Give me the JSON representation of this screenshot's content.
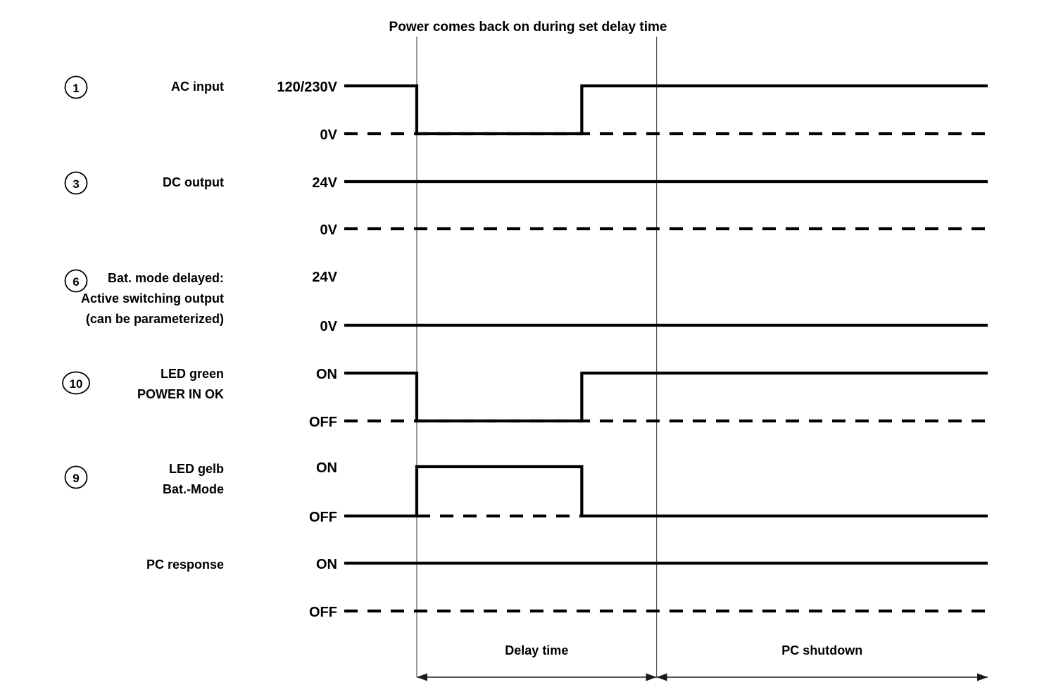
{
  "title": "Power comes back on during set delay time",
  "chart_data": {
    "type": "timing-diagram",
    "title": "Power comes back on during set delay time",
    "xlabel": "",
    "ylabel": "",
    "grid": false,
    "legend": false,
    "time_markers": [
      {
        "name": "power-fail",
        "x": 0.0
      },
      {
        "name": "delay-end",
        "x": 0.42
      }
    ],
    "x_range": [
      -0.127,
      1.0
    ],
    "channels": [
      {
        "marker": "1",
        "has_marker": true,
        "label_lines": [
          "AC input"
        ],
        "high_label": "120/230V",
        "low_label": "0V",
        "high_label_visible": true,
        "low_label_visible": true,
        "baseline": "low",
        "baseline_dashed": true,
        "dashed_full_width": true,
        "segments": [
          {
            "from": -0.127,
            "to": 0.0,
            "level": "high"
          },
          {
            "from": 0.0,
            "to": 0.289,
            "level": "low"
          },
          {
            "from": 0.289,
            "to": 1.0,
            "level": "high"
          }
        ]
      },
      {
        "marker": "3",
        "has_marker": true,
        "label_lines": [
          "DC output"
        ],
        "high_label": "24V",
        "low_label": "0V",
        "high_label_visible": true,
        "low_label_visible": true,
        "baseline": "low",
        "baseline_dashed": true,
        "dashed_full_width": true,
        "segments": [
          {
            "from": -0.127,
            "to": 1.0,
            "level": "high"
          }
        ]
      },
      {
        "marker": "6",
        "has_marker": true,
        "label_lines": [
          "Bat. mode delayed:",
          "Active switching output",
          "(can be parameterized)"
        ],
        "high_label": "24V",
        "low_label": "0V",
        "high_label_visible": true,
        "low_label_visible": true,
        "baseline": "none",
        "baseline_dashed": false,
        "dashed_full_width": false,
        "segments": [
          {
            "from": -0.127,
            "to": 1.0,
            "level": "low"
          }
        ]
      },
      {
        "marker": "10",
        "has_marker": true,
        "label_lines": [
          "LED green",
          "POWER IN OK"
        ],
        "high_label": "ON",
        "low_label": "OFF",
        "high_label_visible": true,
        "low_label_visible": true,
        "baseline": "low",
        "baseline_dashed": true,
        "dashed_full_width": true,
        "segments": [
          {
            "from": -0.127,
            "to": 0.0,
            "level": "high"
          },
          {
            "from": 0.0,
            "to": 0.289,
            "level": "low"
          },
          {
            "from": 0.289,
            "to": 1.0,
            "level": "high"
          }
        ]
      },
      {
        "marker": "9",
        "has_marker": true,
        "label_lines": [
          "LED gelb",
          "Bat.-Mode"
        ],
        "high_label": "ON",
        "low_label": "OFF",
        "high_label_visible": true,
        "low_label_visible": true,
        "baseline": "low",
        "baseline_dashed": true,
        "dashed_full_width": false,
        "dashed_from": 0.0,
        "dashed_to": 0.289,
        "segments": [
          {
            "from": -0.127,
            "to": 0.0,
            "level": "low"
          },
          {
            "from": 0.0,
            "to": 0.289,
            "level": "high"
          },
          {
            "from": 0.289,
            "to": 1.0,
            "level": "low"
          }
        ]
      },
      {
        "marker": "",
        "has_marker": false,
        "label_lines": [
          "PC response"
        ],
        "high_label": "ON",
        "low_label": "OFF",
        "high_label_visible": true,
        "low_label_visible": true,
        "baseline": "low",
        "baseline_dashed": true,
        "dashed_full_width": true,
        "segments": [
          {
            "from": -0.127,
            "to": 1.0,
            "level": "high"
          }
        ]
      }
    ],
    "phases": [
      {
        "name": "delay-time",
        "label": "Delay time",
        "from": 0.0,
        "to": 0.42,
        "arrow_start": true,
        "arrow_end": true
      },
      {
        "name": "pc-shutdown",
        "label": "PC shutdown",
        "from": 0.42,
        "to": 1.0,
        "arrow_start": true,
        "arrow_end": true
      }
    ]
  },
  "colors": {
    "trace": "#000000",
    "guide": "#5a5a5a",
    "background": "#ffffff",
    "axis": "#1a1a1a"
  }
}
